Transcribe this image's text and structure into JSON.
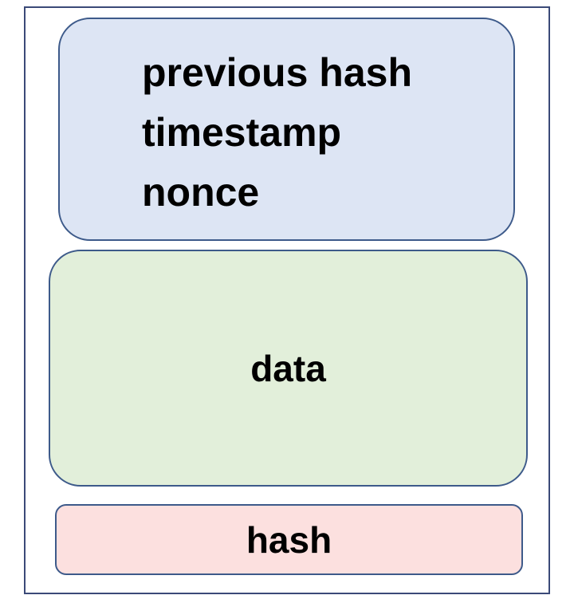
{
  "colors": {
    "frame_border": "#3b4a78",
    "box_border": "#3d5a8a",
    "header_fill": "#dde5f4",
    "data_fill": "#e2efda",
    "hash_fill": "#fce0df",
    "text": "#000000"
  },
  "block": {
    "header_lines": [
      "previous hash",
      "timestamp",
      "nonce"
    ],
    "data_label": "data",
    "hash_label": "hash"
  }
}
